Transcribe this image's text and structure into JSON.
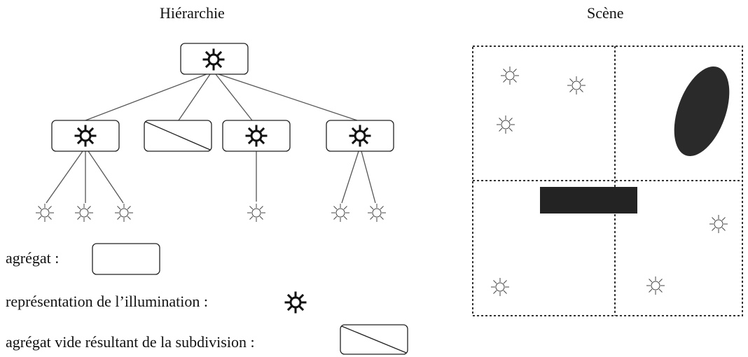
{
  "titles": {
    "hierarchy": "Hiérarchie",
    "scene": "Scène"
  },
  "legend": {
    "aggregate": "agrégat :",
    "illumination": "représentation de l’illumination :",
    "empty_aggregate": "agrégat vide résultant de la subdivision :"
  },
  "icons": {
    "aggregate_light": "sun-icon-bold",
    "light_source": "sun-icon-thin",
    "empty_aggregate": "box-diagonal-icon"
  },
  "colors": {
    "line": "#555555",
    "object_fill": "#2a2a2a",
    "background": "#ffffff"
  }
}
